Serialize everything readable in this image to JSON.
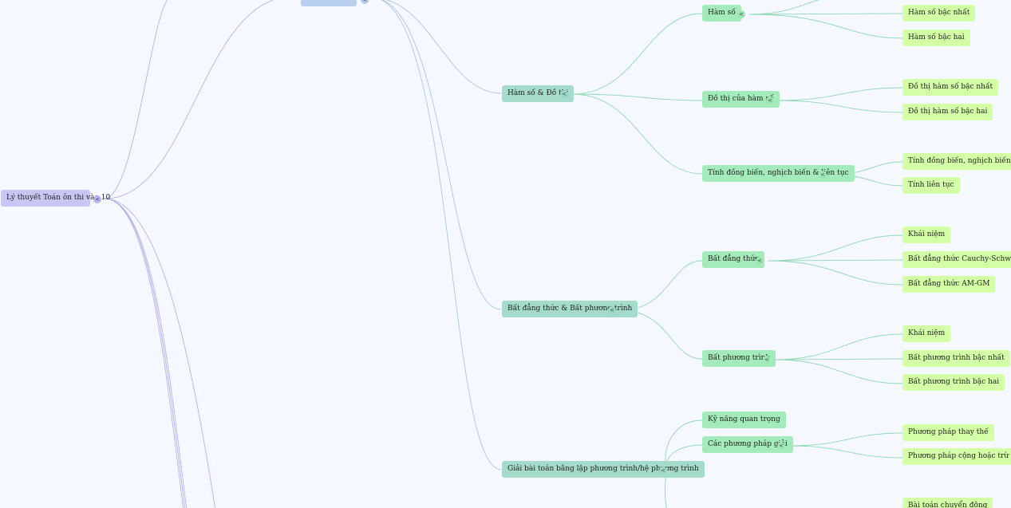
{
  "colors": {
    "root_node": "#c7c6f5",
    "level1_node": "#b9d0ee",
    "level2_node": "#a4dbca",
    "level3_node": "#a3ebba",
    "leaf_node": "#d3ffa6",
    "root_link": "#b4b3ea",
    "level1_link": "#a9c6e0",
    "level2_link": "#8fd8b4",
    "background": "#f5f9ff"
  },
  "toggle_symbol": "<",
  "mindmap": {
    "root": "Lý thuyết Toán ôn thi vào 10",
    "topic_top": "",
    "branches": {
      "ham_so_do_thi": {
        "label": "Hàm số & Đồ thị",
        "ham_so": {
          "label": "Hàm số",
          "children": [
            "Hàm số bậc nhất",
            "Hàm số bậc hai"
          ]
        },
        "do_thi": {
          "label": "Đồ thị của hàm số",
          "children": [
            "Đồ thị hàm số bậc nhất",
            "Đồ thị hàm số bậc hai"
          ]
        },
        "tinh_dong_bien": {
          "label": "Tính đồng biến, nghịch biến & liên tục",
          "children": [
            "Tính đồng biến, nghịch biến",
            "Tính liên tục"
          ]
        }
      },
      "bat_dang_thuc": {
        "label": "Bất đẳng thức & Bất phương trình",
        "bdt": {
          "label": "Bất đẳng thức",
          "children": [
            "Khái niệm",
            "Bất đẳng thức Cauchy-Schwarz",
            "Bất đẳng thức AM-GM"
          ]
        },
        "bpt": {
          "label": "Bất phương trình",
          "children": [
            "Khái niệm",
            "Bất phương trình bậc nhất",
            "Bất phương trình bậc hai"
          ]
        }
      },
      "giai_bai_toan": {
        "label": "Giải bài toán bằng lập phương trình/hệ phương trình",
        "ky_nang": {
          "label": "Kỹ năng quan trọng"
        },
        "phuong_phap": {
          "label": "Các phương pháp giải",
          "children": [
            "Phương pháp thay thế",
            "Phương pháp cộng hoặc trừ"
          ]
        },
        "bai_toan_chuyen_dong": "Bài toán chuyển động"
      }
    }
  }
}
